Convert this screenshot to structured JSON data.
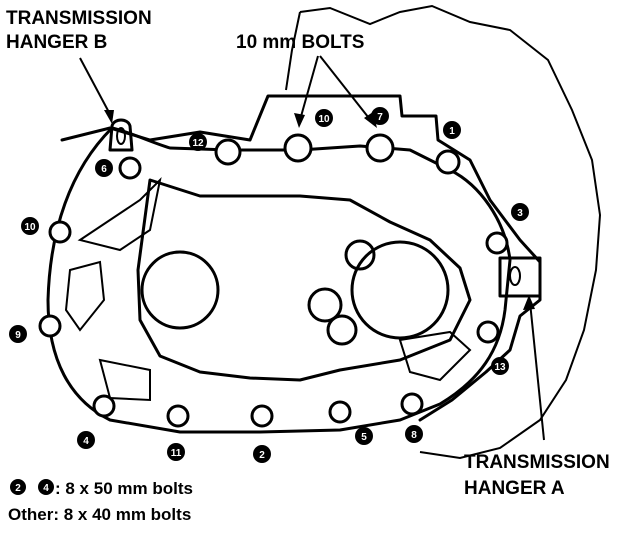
{
  "labels": {
    "hanger_b": [
      "TRANSMISSION",
      "HANGER B"
    ],
    "bolts_10mm": "10 mm BOLTS",
    "hanger_a": [
      "TRANSMISSION",
      "HANGER A"
    ]
  },
  "legend": {
    "n1": "2",
    "n2": "4",
    "line1_text": ": 8 x 50 mm bolts",
    "line2_text": "Other: 8 x 40 mm bolts"
  },
  "bolt_numbers": {
    "b1": "1",
    "b2": "2",
    "b3": "3",
    "b4": "4",
    "b5": "5",
    "b6": "6",
    "b7": "7",
    "b8": "8",
    "b9": "9",
    "b10": "10",
    "b11": "11",
    "b12": "12",
    "b13": "13",
    "b10_top": "10"
  }
}
